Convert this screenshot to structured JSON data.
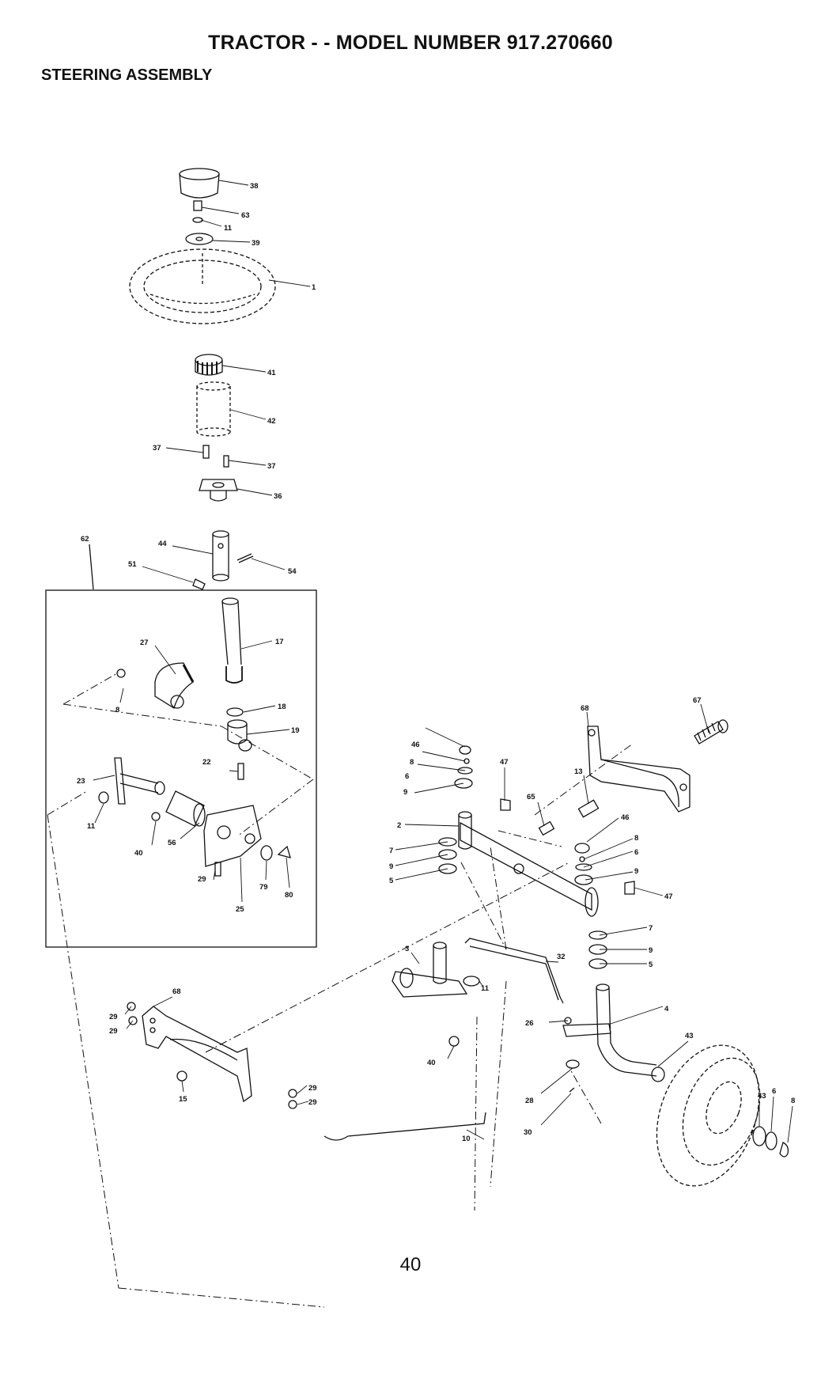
{
  "header": {
    "title": "TRACTOR - - MODEL NUMBER 917.270660",
    "subtitle": "STEERING ASSEMBLY"
  },
  "footer": {
    "page_number": "40"
  },
  "callouts": [
    "38",
    "63",
    "11",
    "39",
    "1",
    "41",
    "42",
    "37",
    "37",
    "36",
    "62",
    "44",
    "51",
    "54",
    "27",
    "17",
    "18",
    "19",
    "8",
    "22",
    "23",
    "11",
    "40",
    "56",
    "29",
    "79",
    "80",
    "25",
    "68",
    "67",
    "46",
    "8",
    "6",
    "9",
    "47",
    "13",
    "65",
    "2",
    "7",
    "9",
    "5",
    "46",
    "8",
    "6",
    "9",
    "47",
    "7",
    "9",
    "5",
    "3",
    "32",
    "11",
    "4",
    "43",
    "26",
    "40",
    "28",
    "30",
    "10",
    "68",
    "29",
    "29",
    "15",
    "29",
    "29",
    "43",
    "6",
    "8"
  ]
}
